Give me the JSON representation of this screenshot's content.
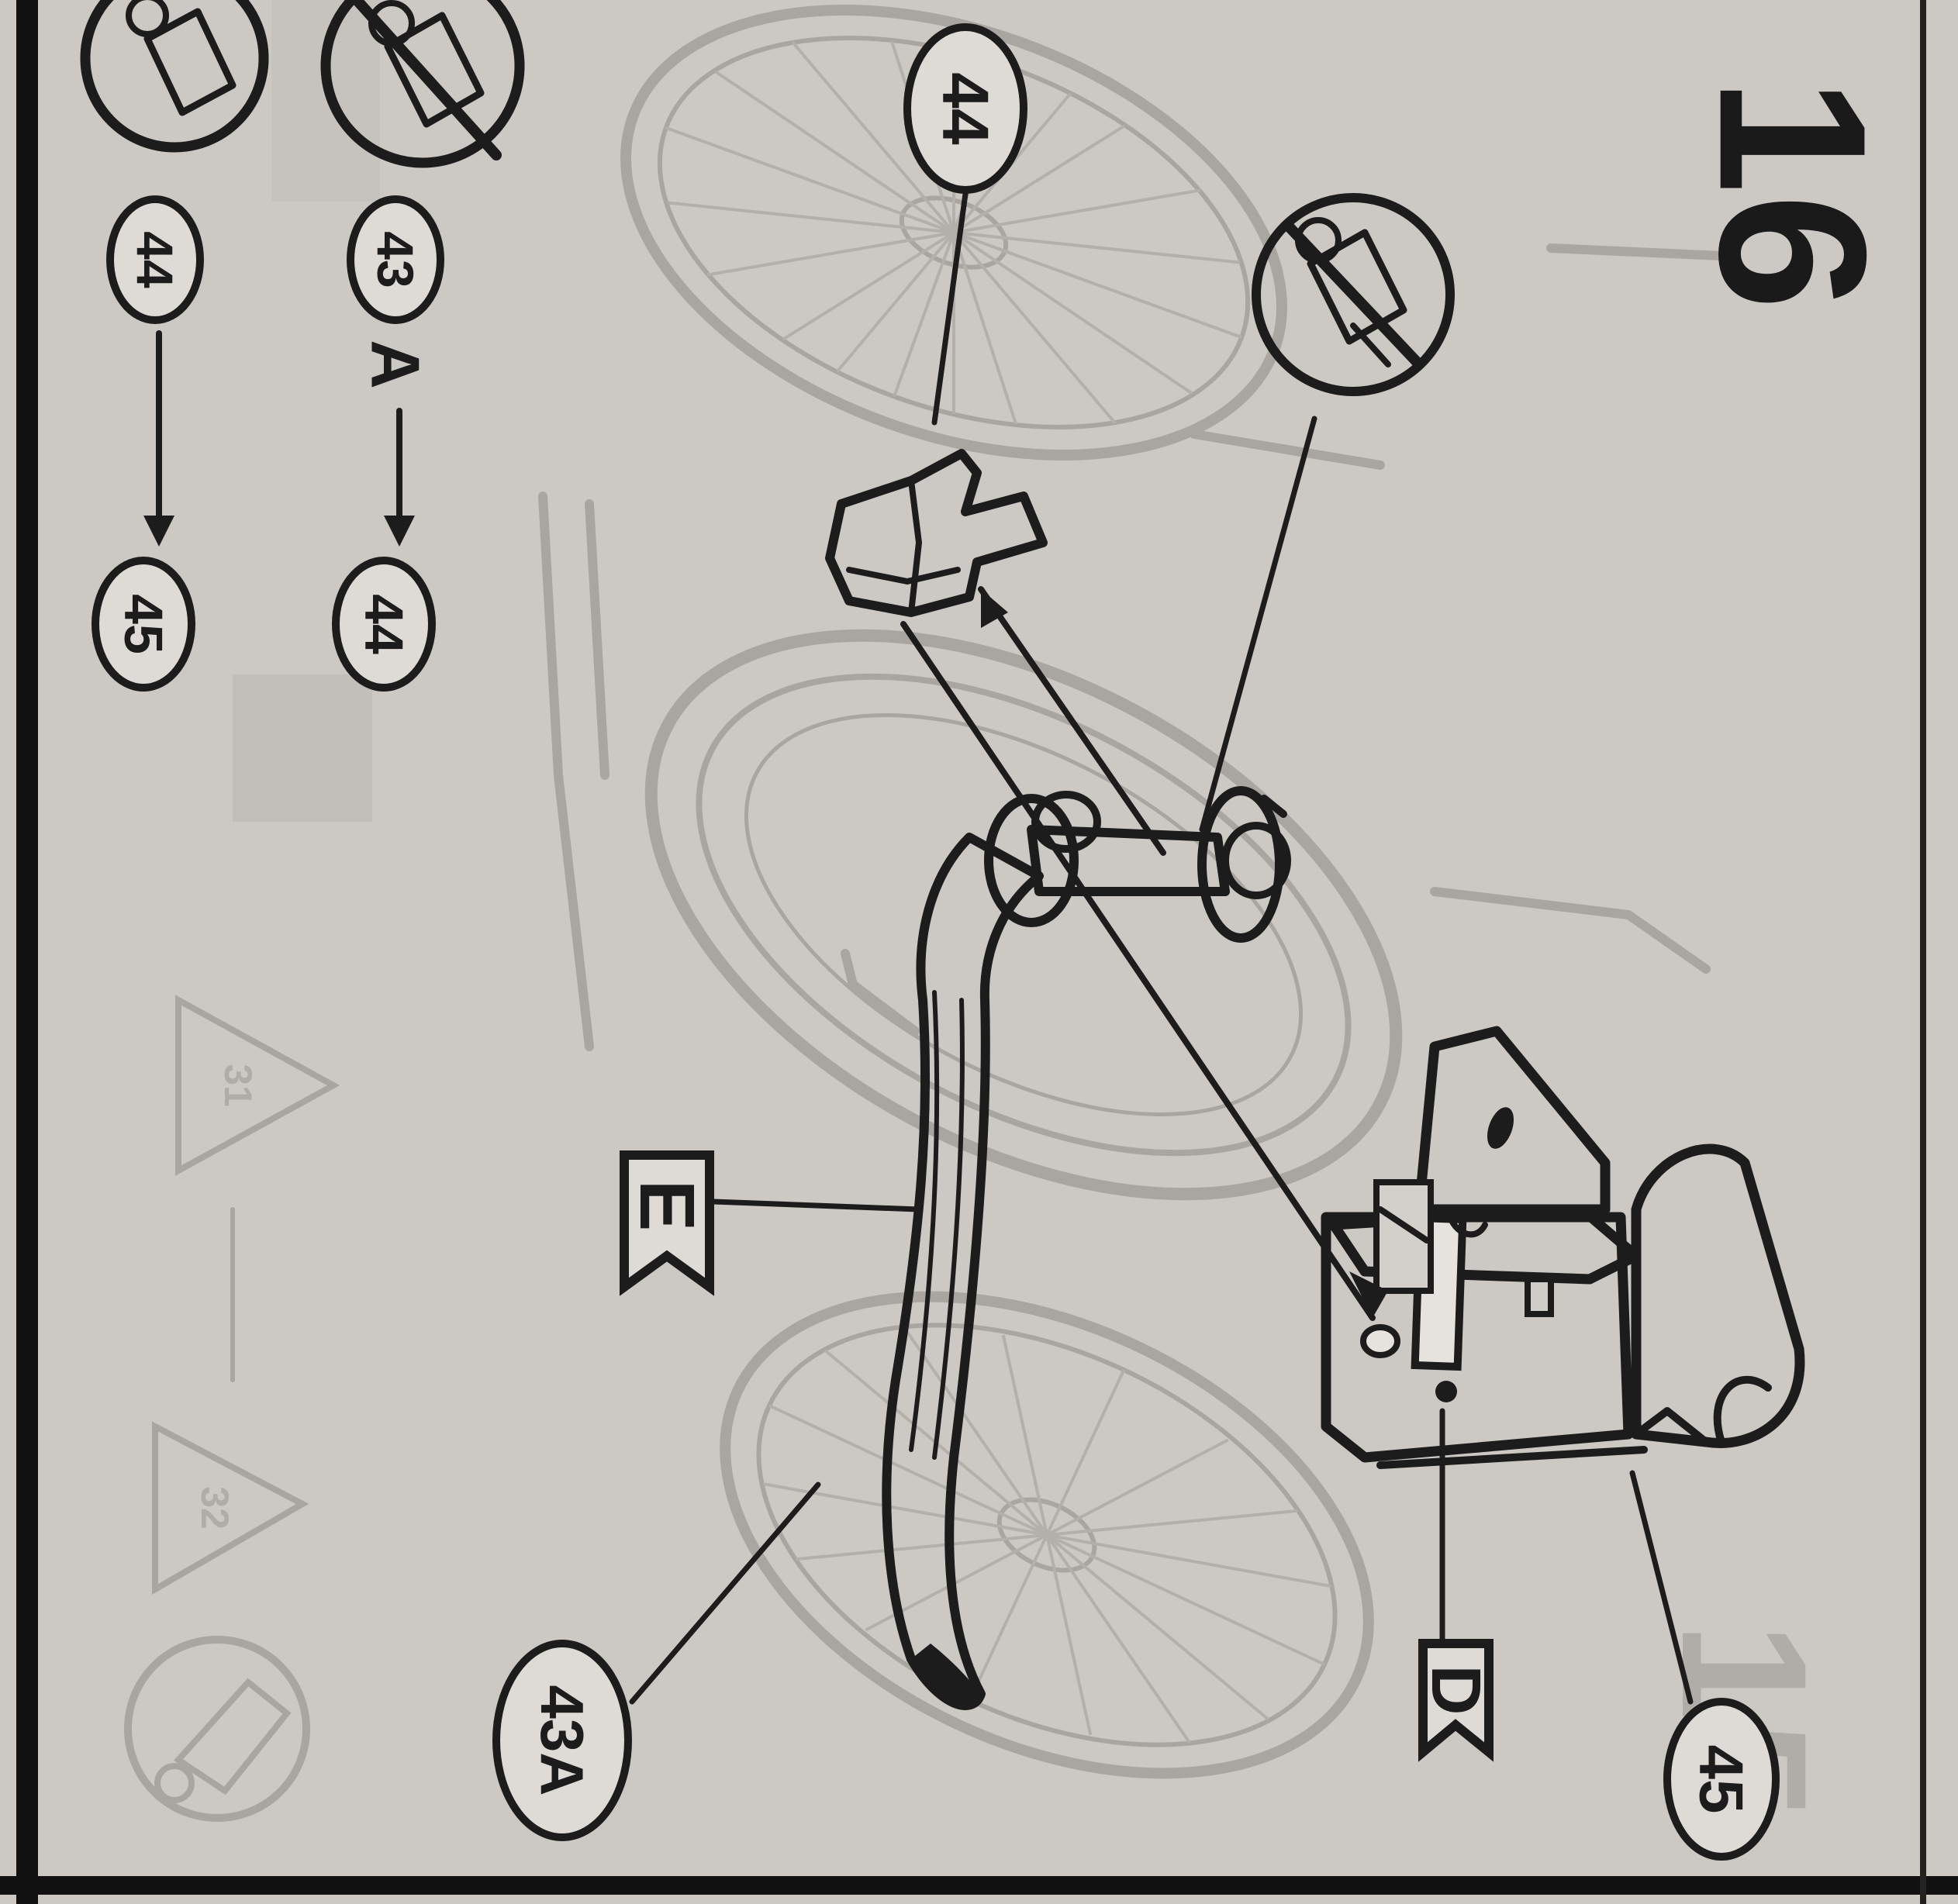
{
  "step": {
    "number": "16"
  },
  "callouts": {
    "part_44": "44",
    "part_45": "45",
    "part_43A": "43A"
  },
  "decal_flags": {
    "flag_e": "E",
    "flag_d": "D"
  },
  "sequence": {
    "row1": {
      "from": "43",
      "from_suffix": "A",
      "to": "44"
    },
    "row2": {
      "from": "44",
      "to": "45"
    }
  },
  "background_marks": {
    "triangle_1": "31",
    "triangle_2": "32",
    "faded_step": "15"
  },
  "icons": [
    "no-glue-icon",
    "glue-tube-icon",
    "arrow-icon",
    "flag-icon"
  ],
  "colors": {
    "paper": "#c9c6c2",
    "ink": "#1c1c1c",
    "ghost": "#a9a6a2"
  }
}
